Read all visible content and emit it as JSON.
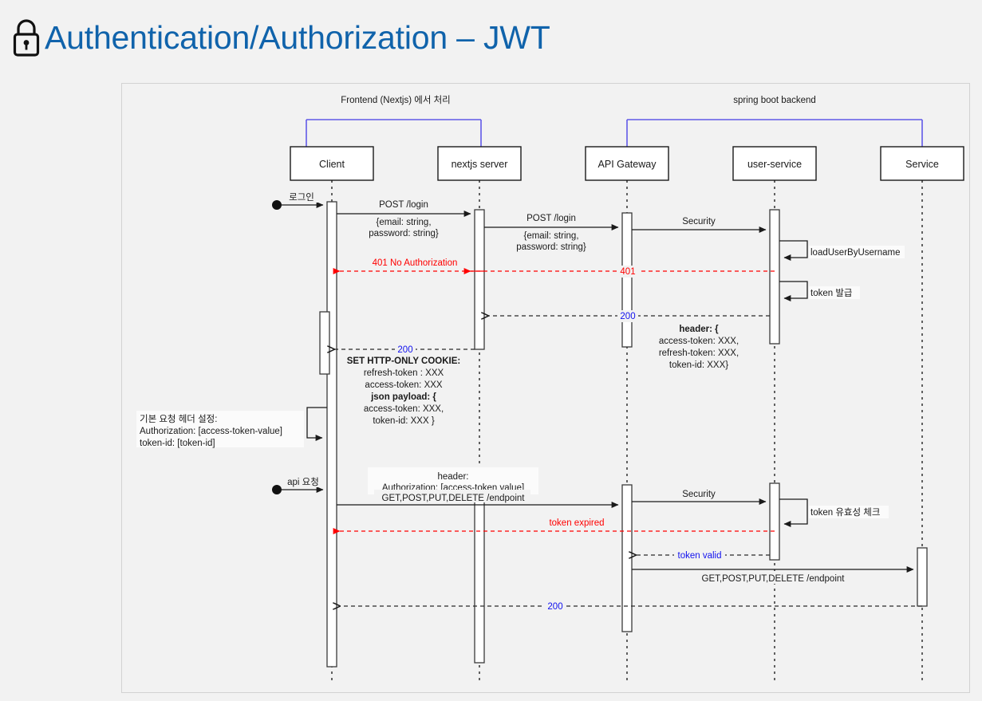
{
  "page": {
    "title": "Authentication/Authorization – JWT",
    "title_color": "#1063ab",
    "lock_icon": "lock-icon",
    "background": "#f2f2f2"
  },
  "diagram": {
    "type": "sequence-diagram",
    "groups": [
      {
        "label": "Frontend (Nextjs) 에서 처리",
        "color": "#6159e8",
        "spans": [
          "Client",
          "nextjs server"
        ]
      },
      {
        "label": "spring boot backend",
        "color": "#6159e8",
        "spans": [
          "API Gateway",
          "Service"
        ]
      }
    ],
    "participants": [
      {
        "name": "Client"
      },
      {
        "name": "nextjs server"
      },
      {
        "name": "API Gateway"
      },
      {
        "name": "user-service"
      },
      {
        "name": "Service"
      }
    ],
    "messages": [
      {
        "id": "m1",
        "label": "로그인",
        "from": "actor",
        "to": "Client",
        "kind": "solid",
        "color": "#1a1a1a"
      },
      {
        "id": "m2",
        "label": "POST /login",
        "from": "Client",
        "to": "nextjs server",
        "kind": "solid",
        "color": "#1a1a1a"
      },
      {
        "id": "m3",
        "label": "{email: string,",
        "sub": "password: string}",
        "from": "Client",
        "to": "nextjs server",
        "kind": "note",
        "color": "#1a1a1a"
      },
      {
        "id": "m4",
        "label": "POST /login",
        "from": "nextjs server",
        "to": "API Gateway",
        "kind": "solid",
        "color": "#1a1a1a"
      },
      {
        "id": "m5",
        "label": "{email: string,",
        "sub": "password: string}",
        "from": "nextjs server",
        "to": "API Gateway",
        "kind": "note",
        "color": "#1a1a1a"
      },
      {
        "id": "m6",
        "label": "Security",
        "from": "API Gateway",
        "to": "user-service",
        "kind": "solid",
        "color": "#1a1a1a"
      },
      {
        "id": "m7",
        "label": "loadUserByUsername",
        "from": "user-service",
        "to": "user-service",
        "kind": "self",
        "color": "#1a1a1a"
      },
      {
        "id": "m8",
        "label": "401 No Authorization",
        "from": "nextjs server",
        "to": "Client",
        "kind": "dashed",
        "color": "#ff0000"
      },
      {
        "id": "m9",
        "label": "401",
        "from": "user-service",
        "to": "nextjs server",
        "kind": "dashed",
        "color": "#ff0000"
      },
      {
        "id": "m10",
        "label": "token 발급",
        "from": "user-service",
        "to": "user-service",
        "kind": "self",
        "color": "#1a1a1a"
      },
      {
        "id": "m11",
        "label": "200",
        "from": "user-service",
        "to": "nextjs server",
        "kind": "dashed",
        "color": "#1111ee"
      },
      {
        "id": "m12",
        "label": "header: {",
        "from": "API Gateway",
        "to": "user-service",
        "kind": "note",
        "color": "#1a1a1a",
        "lines": [
          "header: {",
          "access-token: XXX,",
          "refresh-token: XXX,",
          "token-id: XXX}"
        ]
      },
      {
        "id": "m13",
        "label": "200",
        "from": "nextjs server",
        "to": "Client",
        "kind": "dashed",
        "color": "#1111ee",
        "lines": [
          "SET HTTP-ONLY COOKIE:",
          "refresh-token : XXX",
          "access-token: XXX",
          "json payload: {",
          "access-token: XXX,",
          "token-id: XXX }"
        ]
      },
      {
        "id": "m14",
        "label": "기본 요청 헤더 설정:",
        "from": "Client",
        "to": "Client",
        "kind": "self",
        "color": "#1a1a1a",
        "lines": [
          "기본 요청 헤더 설정:",
          "Authorization:  [access-token-value]",
          "token-id: [token-id]"
        ]
      },
      {
        "id": "m15",
        "label": "api 요청",
        "from": "actor",
        "to": "Client",
        "kind": "solid",
        "color": "#1a1a1a"
      },
      {
        "id": "m16",
        "label": "header:",
        "sub": "Authorization: [access-token value]",
        "from": "Client",
        "to": "API Gateway",
        "kind": "note",
        "color": "#1a1a1a"
      },
      {
        "id": "m17",
        "label": "GET,POST,PUT,DELETE /endpoint",
        "from": "Client",
        "to": "API Gateway",
        "kind": "solid",
        "color": "#1a1a1a"
      },
      {
        "id": "m18",
        "label": "Security",
        "from": "API Gateway",
        "to": "user-service",
        "kind": "solid",
        "color": "#1a1a1a"
      },
      {
        "id": "m19",
        "label": "token 유효성 체크",
        "from": "user-service",
        "to": "user-service",
        "kind": "self",
        "color": "#1a1a1a"
      },
      {
        "id": "m20",
        "label": "token expired",
        "from": "user-service",
        "to": "Client",
        "kind": "dashed",
        "color": "#ff0000"
      },
      {
        "id": "m21",
        "label": "token valid",
        "from": "user-service",
        "to": "API Gateway",
        "kind": "dashed",
        "color": "#1111ee"
      },
      {
        "id": "m22",
        "label": "GET,POST,PUT,DELETE /endpoint",
        "from": "API Gateway",
        "to": "Service",
        "kind": "solid",
        "color": "#1a1a1a"
      },
      {
        "id": "m23",
        "label": "200",
        "from": "Service",
        "to": "Client",
        "kind": "dashed",
        "color": "#1111ee"
      }
    ],
    "notes": {
      "cookie_block": [
        "SET HTTP-ONLY COOKIE:",
        "refresh-token : XXX",
        "access-token: XXX",
        "json payload: {",
        "access-token: XXX,",
        "token-id: XXX }"
      ],
      "header_block": [
        "header: {",
        "access-token: XXX,",
        "refresh-token: XXX,",
        "token-id: XXX}"
      ],
      "client_header_note": [
        "기본 요청 헤더 설정:",
        "Authorization:  [access-token-value]",
        "token-id: [token-id]"
      ],
      "api_req_header": [
        "header:",
        "Authorization: [access-token value]"
      ]
    }
  }
}
